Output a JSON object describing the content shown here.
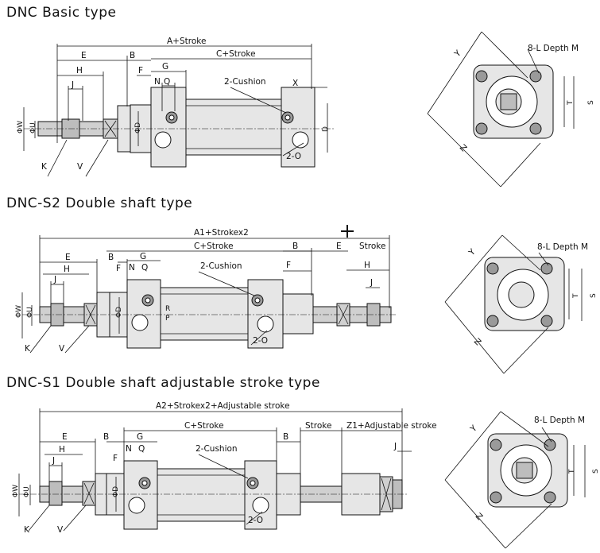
{
  "sections": [
    {
      "title": "DNC Basic type",
      "labels": {
        "overall": "A+Stroke",
        "e": "E",
        "b": "B",
        "c": "C+Stroke",
        "h": "H",
        "j": "J",
        "f": "F",
        "g": "G",
        "n": "N",
        "q": "Q",
        "cushion": "2-Cushion",
        "x": "X",
        "w": "ΦW",
        "u": "ΦU",
        "d1": "ΦD",
        "d2": "D",
        "port": "2-O",
        "k": "K",
        "v": "V"
      },
      "end_view": {
        "depth": "8-L Depth M",
        "y": "Y",
        "z": "Z",
        "t": "T",
        "s": "S"
      }
    },
    {
      "title": "DNC-S2 Double shaft type",
      "labels": {
        "overall": "A1+Strokex2",
        "e": "E",
        "b": "B",
        "c": "C+Stroke",
        "b2": "B",
        "e2": "E",
        "stroke": "Stroke",
        "h": "H",
        "h2": "H",
        "j": "J",
        "j2": "J",
        "f": "F",
        "f2": "F",
        "g": "G",
        "n": "N",
        "q": "Q",
        "cushion": "2-Cushion",
        "r": "R",
        "p": "P",
        "w": "ΦW",
        "u": "ΦU",
        "d1": "ΦD",
        "port": "2-O",
        "k": "K",
        "v": "V"
      },
      "end_view": {
        "depth": "8-L Depth M",
        "y": "Y",
        "z": "Z",
        "t": "T",
        "s": "S"
      }
    },
    {
      "title": "DNC-S1 Double shaft adjustable stroke type",
      "labels": {
        "overall": "A2+Strokex2+Adjustable stroke",
        "e": "E",
        "b": "B",
        "c": "C+Stroke",
        "b2": "B",
        "stroke": "Stroke",
        "adj": "Z1+Adjustable stroke",
        "h": "H",
        "j": "J",
        "j2": "J",
        "f": "F",
        "g": "G",
        "n": "N",
        "q": "Q",
        "cushion": "2-Cushion",
        "w": "ΦW",
        "u": "ΦU",
        "d1": "ΦD",
        "port": "2-O",
        "k": "K",
        "v": "V"
      },
      "end_view": {
        "depth": "8-L Depth M",
        "y": "Y",
        "z": "Z",
        "t": "T",
        "s": "S"
      }
    }
  ]
}
